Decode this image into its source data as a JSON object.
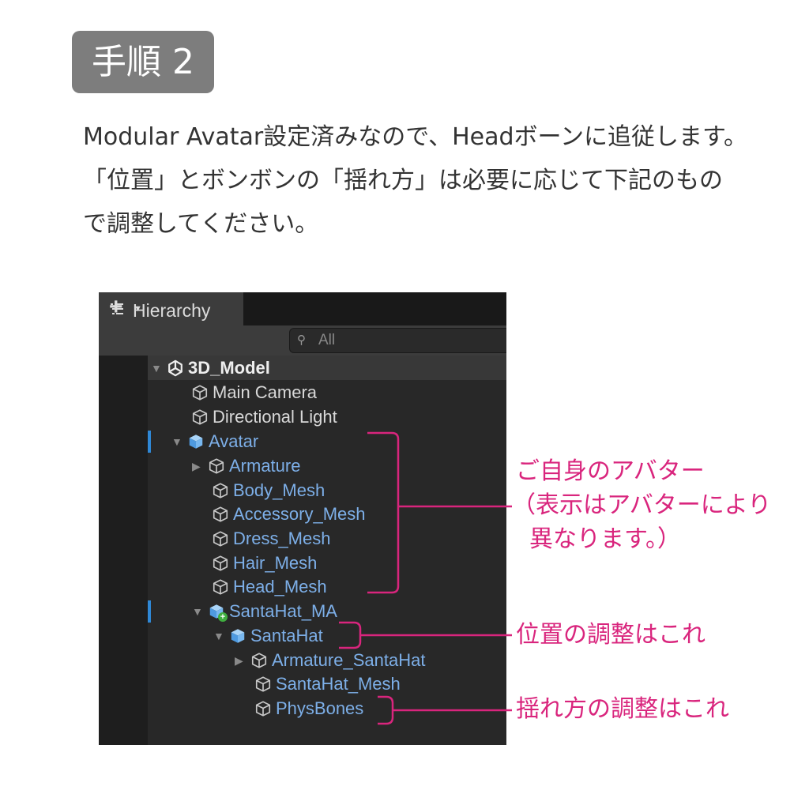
{
  "step_badge": "手順 2",
  "description": [
    "Modular Avatar設定済みなので、Headボーンに追従します。",
    "「位置」とボンボンの「揺れ方」は必要に応じて下記のもの",
    "で調整してください。"
  ],
  "hierarchy": {
    "tab_label": "Hierarchy",
    "add_button": "+",
    "search_placeholder": "All",
    "items": [
      {
        "label": "3D_Model"
      },
      {
        "label": "Main Camera"
      },
      {
        "label": "Directional Light"
      },
      {
        "label": "Avatar"
      },
      {
        "label": "Armature"
      },
      {
        "label": "Body_Mesh"
      },
      {
        "label": "Accessory_Mesh"
      },
      {
        "label": "Dress_Mesh"
      },
      {
        "label": "Hair_Mesh"
      },
      {
        "label": "Head_Mesh"
      },
      {
        "label": "SantaHat_MA"
      },
      {
        "label": "SantaHat"
      },
      {
        "label": "Armature_SantaHat"
      },
      {
        "label": "SantaHat_Mesh"
      },
      {
        "label": "PhysBones"
      }
    ]
  },
  "annotations": {
    "avatar_line1": "ご自身のアバター",
    "avatar_line2": "（表示はアバターにより",
    "avatar_line3": "異なります。）",
    "position": "位置の調整はこれ",
    "sway": "揺れ方の調整はこれ"
  },
  "colors": {
    "accent": "#d9257d",
    "badge_bg": "#7d7d7d",
    "panel_bg": "#282828",
    "prefab_text": "#7dafe8",
    "selection_marker": "#2f88d6"
  },
  "icons": {
    "tab": "list-icon",
    "search": "search-icon",
    "root": "unity-logo-icon",
    "object": "cube-outline-icon",
    "prefab": "prefab-cube-icon",
    "prefab_added": "prefab-add-icon"
  }
}
